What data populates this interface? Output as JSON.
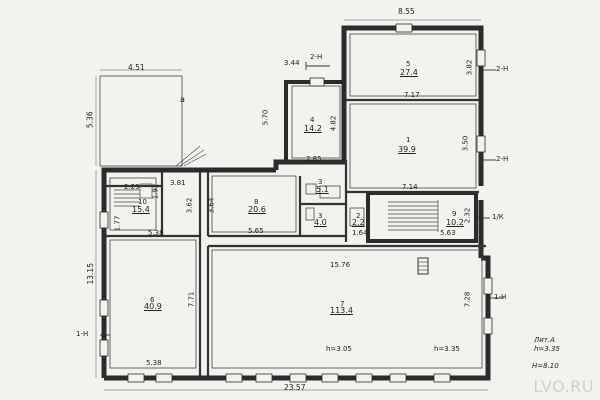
{
  "dims": {
    "total_width": "23.57",
    "top_right_width": "8.55",
    "annex_width": "4.51",
    "annex_height": "5.36",
    "annex_letter": "a",
    "left_height": "13.15",
    "small_top_width": "3.44",
    "room4_height": "5.70",
    "room4_depth": "4.82",
    "room4_bottom": "2.85",
    "room5_height_a": "3.82",
    "room5_width": "7.17",
    "room1_height": "3.50",
    "room1_width": "7.14",
    "room3_w": "3.81",
    "stair_w": "2.29",
    "stair_h": "1.92",
    "left_inner_w": "1.77",
    "room8_h": "3.62",
    "room8_h2": "3.64",
    "room8_w": "5.65",
    "left_room_w": "5.38",
    "left_room_bottom": "5.38",
    "room6_h": "7.71",
    "big_room_w": "15.76",
    "right_h": "7.28",
    "stair_right_h": "2.32",
    "stair_right_w": "5.63",
    "small_w": "1.64",
    "h_left": "h=3.05",
    "h_right": "h=3.35"
  },
  "rooms": [
    {
      "id": "r1",
      "num": "1",
      "area": "39.9"
    },
    {
      "id": "r2",
      "num": "2",
      "area": "2.2"
    },
    {
      "id": "r3",
      "num": "3",
      "area": "4.0"
    },
    {
      "id": "r3a",
      "num": "3",
      "area": "5.1"
    },
    {
      "id": "r4",
      "num": "4",
      "area": "14.2"
    },
    {
      "id": "r5",
      "num": "5",
      "area": "27.4"
    },
    {
      "id": "r6",
      "num": "6",
      "area": "40.9"
    },
    {
      "id": "r7",
      "num": "7",
      "area": "113.4"
    },
    {
      "id": "r8",
      "num": "8",
      "area": "20.6"
    },
    {
      "id": "r9",
      "num": "9",
      "area": "10.2"
    },
    {
      "id": "r10",
      "num": "10",
      "area": "15.4"
    }
  ],
  "sections": {
    "s2n_a": "2-Н",
    "s2n_b": "2-Н",
    "s2n_c": "2-Н",
    "s1k": "1/К",
    "s1n_a": "1-Н",
    "s1n_b": "1-Н"
  },
  "legend": {
    "lit": "Лит.А",
    "h1": "h=3.35",
    "h2": "H=8.10"
  },
  "watermark": "LVO.RU",
  "colors": {
    "wall": "#2b2b2b",
    "line": "#333333",
    "paper": "#f3f2ef"
  }
}
